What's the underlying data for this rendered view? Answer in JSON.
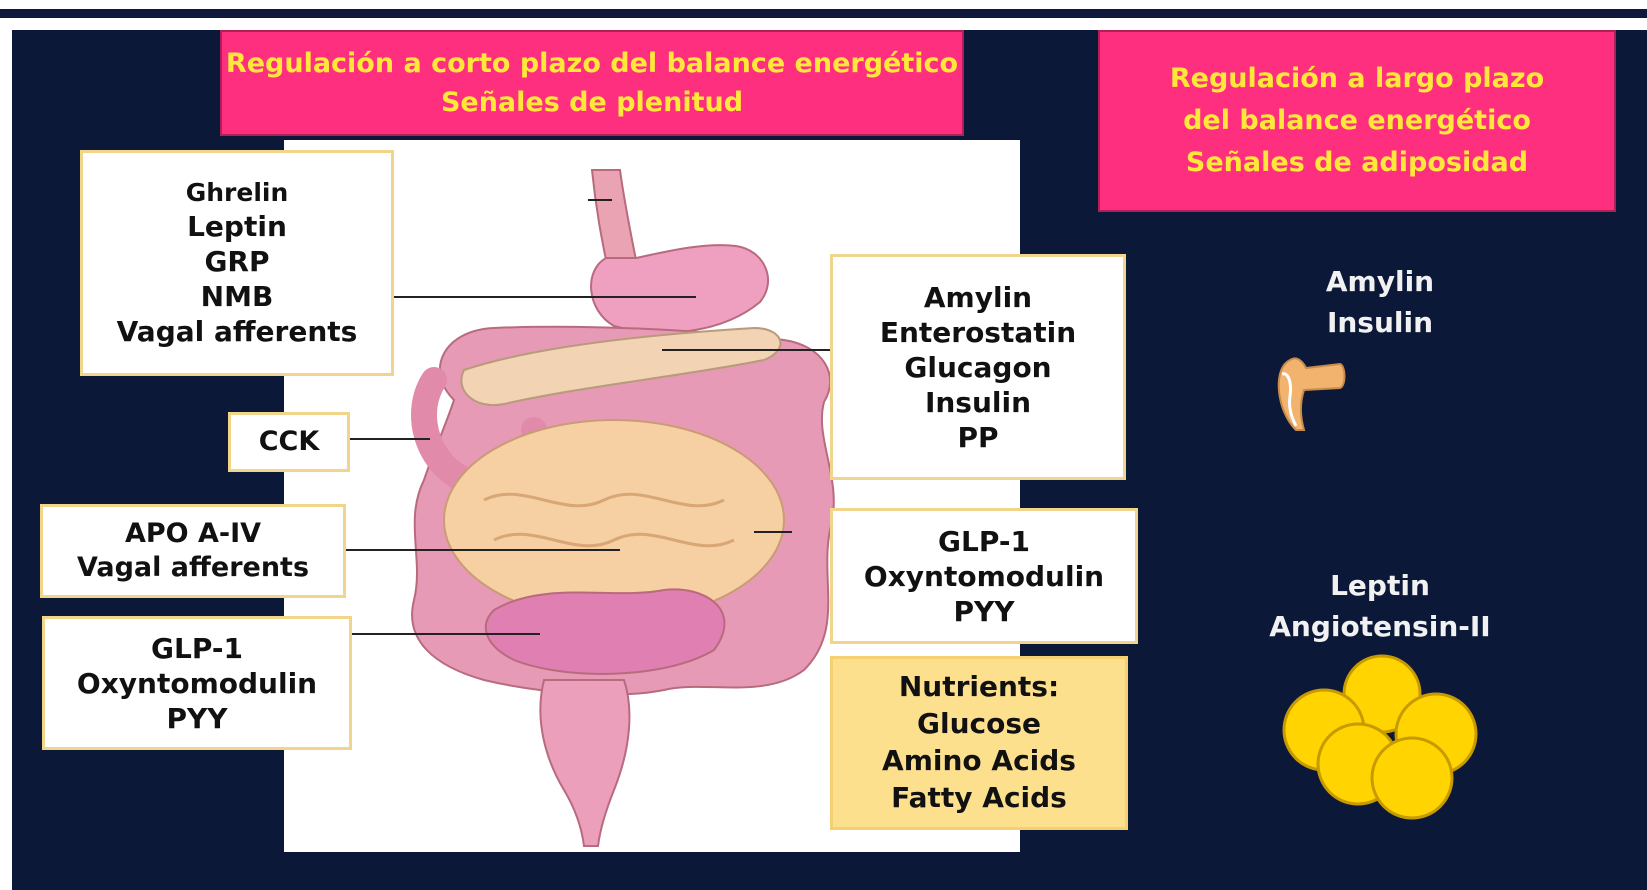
{
  "short_term": {
    "line1": "Regulación a corto plazo del balance energético",
    "line2": "Señales de plenitud"
  },
  "long_term": {
    "line1": "Regulación a largo plazo",
    "line2": "del balance energético",
    "line3": "Señales de adiposidad"
  },
  "stomach_labels": [
    "Ghrelin",
    "Leptin",
    "GRP",
    "NMB",
    "Vagal afferents"
  ],
  "duodenum_label": "CCK",
  "jejunum_labels": [
    "APO A-IV",
    "Vagal afferents"
  ],
  "ileum_labels": [
    "GLP-1",
    "Oxyntomodulin",
    "PYY"
  ],
  "pancreas_labels": [
    "Amylin",
    "Enterostatin",
    "Glucagon",
    "Insulin",
    "PP"
  ],
  "colon_labels": [
    "GLP-1",
    "Oxyntomodulin",
    "PYY"
  ],
  "nutrients": {
    "title": "Nutrients:",
    "items": [
      "Glucose",
      "Amino Acids",
      "Fatty Acids"
    ]
  },
  "pancreas_signals": [
    "Amylin",
    "Insulin"
  ],
  "adipose_signals": [
    "Leptin",
    "Angiotensin-II"
  ],
  "colors": {
    "background": "#0b1838",
    "header_box": "#ff2f7f",
    "header_text": "#ffe83a",
    "nutrient_box": "#fde08e",
    "fat_cells": "#ffd400"
  }
}
